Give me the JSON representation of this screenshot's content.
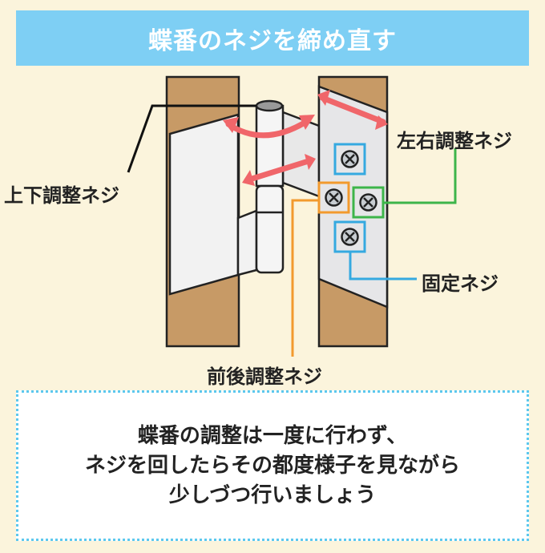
{
  "title": "蝶番のネジを締め直す",
  "labels": {
    "vertical": "上下調整ネジ",
    "horizontal": "左右調整ネジ",
    "fixed": "固定ネジ",
    "depth": "前後調整ネジ"
  },
  "note": {
    "lines": [
      "蝶番の調整は一度に行わず、",
      "ネジを回したらその都度様子を見ながら",
      "少しづつ行いましょう"
    ]
  },
  "colors": {
    "title_bg": "#7ecff4",
    "arrow": "#f0666a",
    "wood": "#c79a66",
    "horizontal": "#3db54a",
    "fixed": "#35a9e0",
    "depth": "#f29a2e"
  }
}
